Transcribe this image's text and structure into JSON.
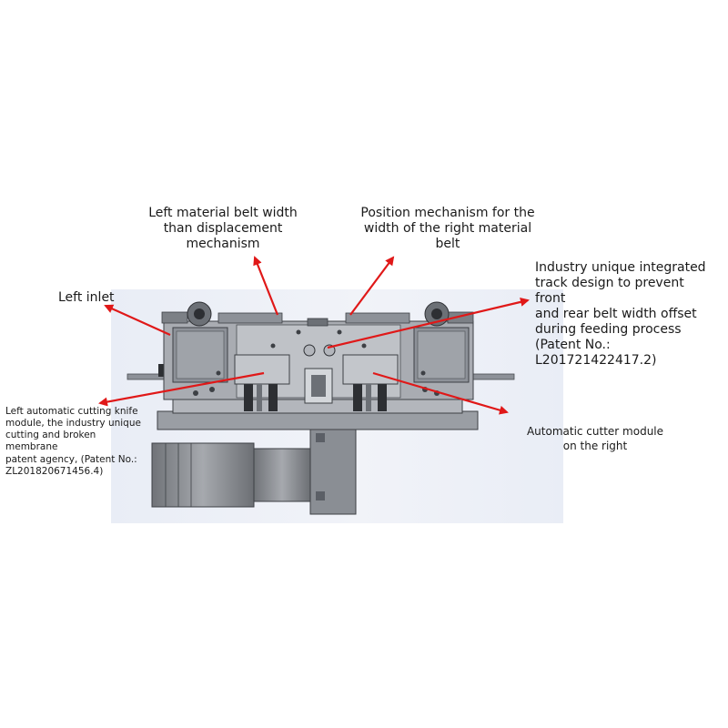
{
  "labels": {
    "left_belt_width": "Left material belt width\nthan displacement\nmechanism",
    "right_belt_width": "Position mechanism for the\nwidth of the right material\nbelt",
    "left_inlet": "Left inlet",
    "track_design": "Industry unique integrated\ntrack design to prevent front\nand rear belt width offset\nduring feeding process\n(Patent No.: L201721422417.2)",
    "left_cutter": "Left automatic cutting knife\nmodule, the industry unique\ncutting and broken membrane\npatent agency, (Patent No.:\nZL201820671456.4)",
    "right_cutter": "Automatic cutter module\non the right"
  },
  "colors": {
    "arrow": "#e01818",
    "frame_dark": "#5b5f66",
    "frame_mid": "#8d9198",
    "frame_light": "#b9bcc2",
    "backdrop": "#eceff6"
  }
}
